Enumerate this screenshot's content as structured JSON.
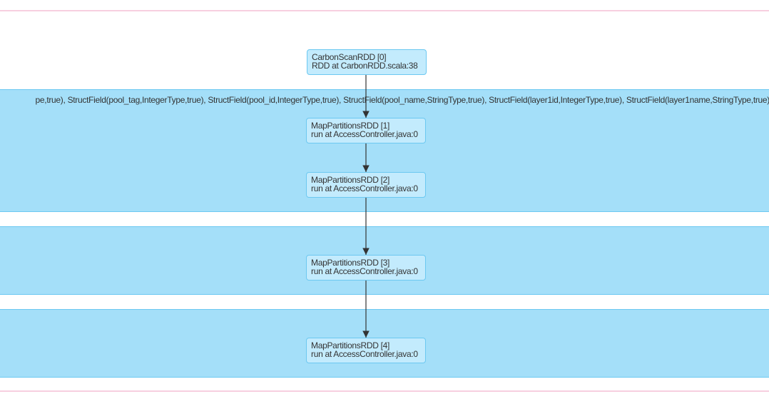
{
  "cluster_label": "pe,true), StructField(pool_tag,IntegerType,true), StructField(pool_id,IntegerType,true), StructField(pool_name,StringType,true), StructField(layer1id,IntegerType,true), StructField(layer1name,StringType,true)",
  "nodes": [
    {
      "id": "0",
      "title": "CarbonScanRDD [0]",
      "callsite": "RDD at CarbonRDD.scala:38"
    },
    {
      "id": "1",
      "title": "MapPartitionsRDD [1]",
      "callsite": "run at AccessController.java:0"
    },
    {
      "id": "2",
      "title": "MapPartitionsRDD [2]",
      "callsite": "run at AccessController.java:0"
    },
    {
      "id": "3",
      "title": "MapPartitionsRDD [3]",
      "callsite": "run at AccessController.java:0"
    },
    {
      "id": "4",
      "title": "MapPartitionsRDD [4]",
      "callsite": "run at AccessController.java:0"
    }
  ],
  "edges": [
    [
      "0",
      "1"
    ],
    [
      "1",
      "2"
    ],
    [
      "2",
      "3"
    ],
    [
      "3",
      "4"
    ]
  ],
  "colors": {
    "cluster_fill": "#a4dff9",
    "cluster_border": "#6cc8f1",
    "node_fill": "#c3ebfd",
    "node_border": "#6cc8f1",
    "stage_border": "#f7cfe0",
    "edge": "#333333"
  }
}
